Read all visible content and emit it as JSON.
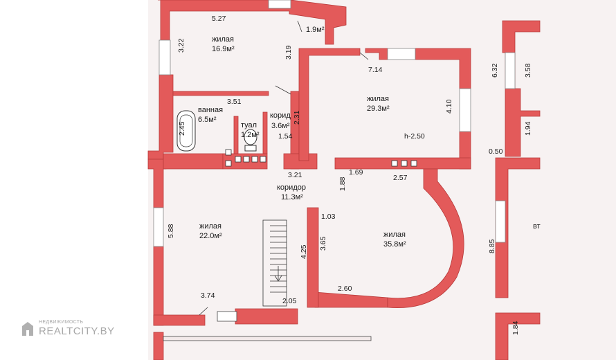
{
  "colors": {
    "wall": "#e35a5a",
    "wall_stroke": "#b73a3a",
    "paper": "#f7f2f2",
    "ink": "#1a1a1a"
  },
  "rooms": [
    {
      "id": "living-top-left",
      "name": "жилая",
      "area": "16.9м²"
    },
    {
      "id": "small-room",
      "name": "",
      "area": "1.9м²"
    },
    {
      "id": "bathroom",
      "name": "ванная",
      "area": "6.5м²"
    },
    {
      "id": "toilet",
      "name": "туал",
      "area": "1.2м²"
    },
    {
      "id": "corridor-small",
      "name": "корид",
      "area": "3.6м²"
    },
    {
      "id": "living-top-right",
      "name": "жилая",
      "area": "29.3м²"
    },
    {
      "id": "corridor",
      "name": "коридор",
      "area": "11.3м²"
    },
    {
      "id": "living-bottom-left",
      "name": "жилая",
      "area": "22.0м²"
    },
    {
      "id": "living-round",
      "name": "жилая",
      "area": "35.8м²"
    },
    {
      "id": "right-partial",
      "name": "вт",
      "area": ""
    }
  ],
  "dimensions": [
    "5.27",
    "3.22",
    "3.19",
    "3.51",
    "2.45",
    "2.31",
    "1.54",
    "7.14",
    "4.10",
    "h-2.50",
    "3.21",
    "1.69",
    "2.57",
    "1.88",
    "1.03",
    "5.88",
    "3.65",
    "4.25",
    "3.74",
    "2.05",
    "2.60",
    "6.32",
    "3.58",
    "1.94",
    "0.50",
    "8.85",
    "1.84"
  ],
  "watermark": {
    "small": "НЕДВИЖИМОСТЬ",
    "big": "REALTCITY.BY"
  }
}
